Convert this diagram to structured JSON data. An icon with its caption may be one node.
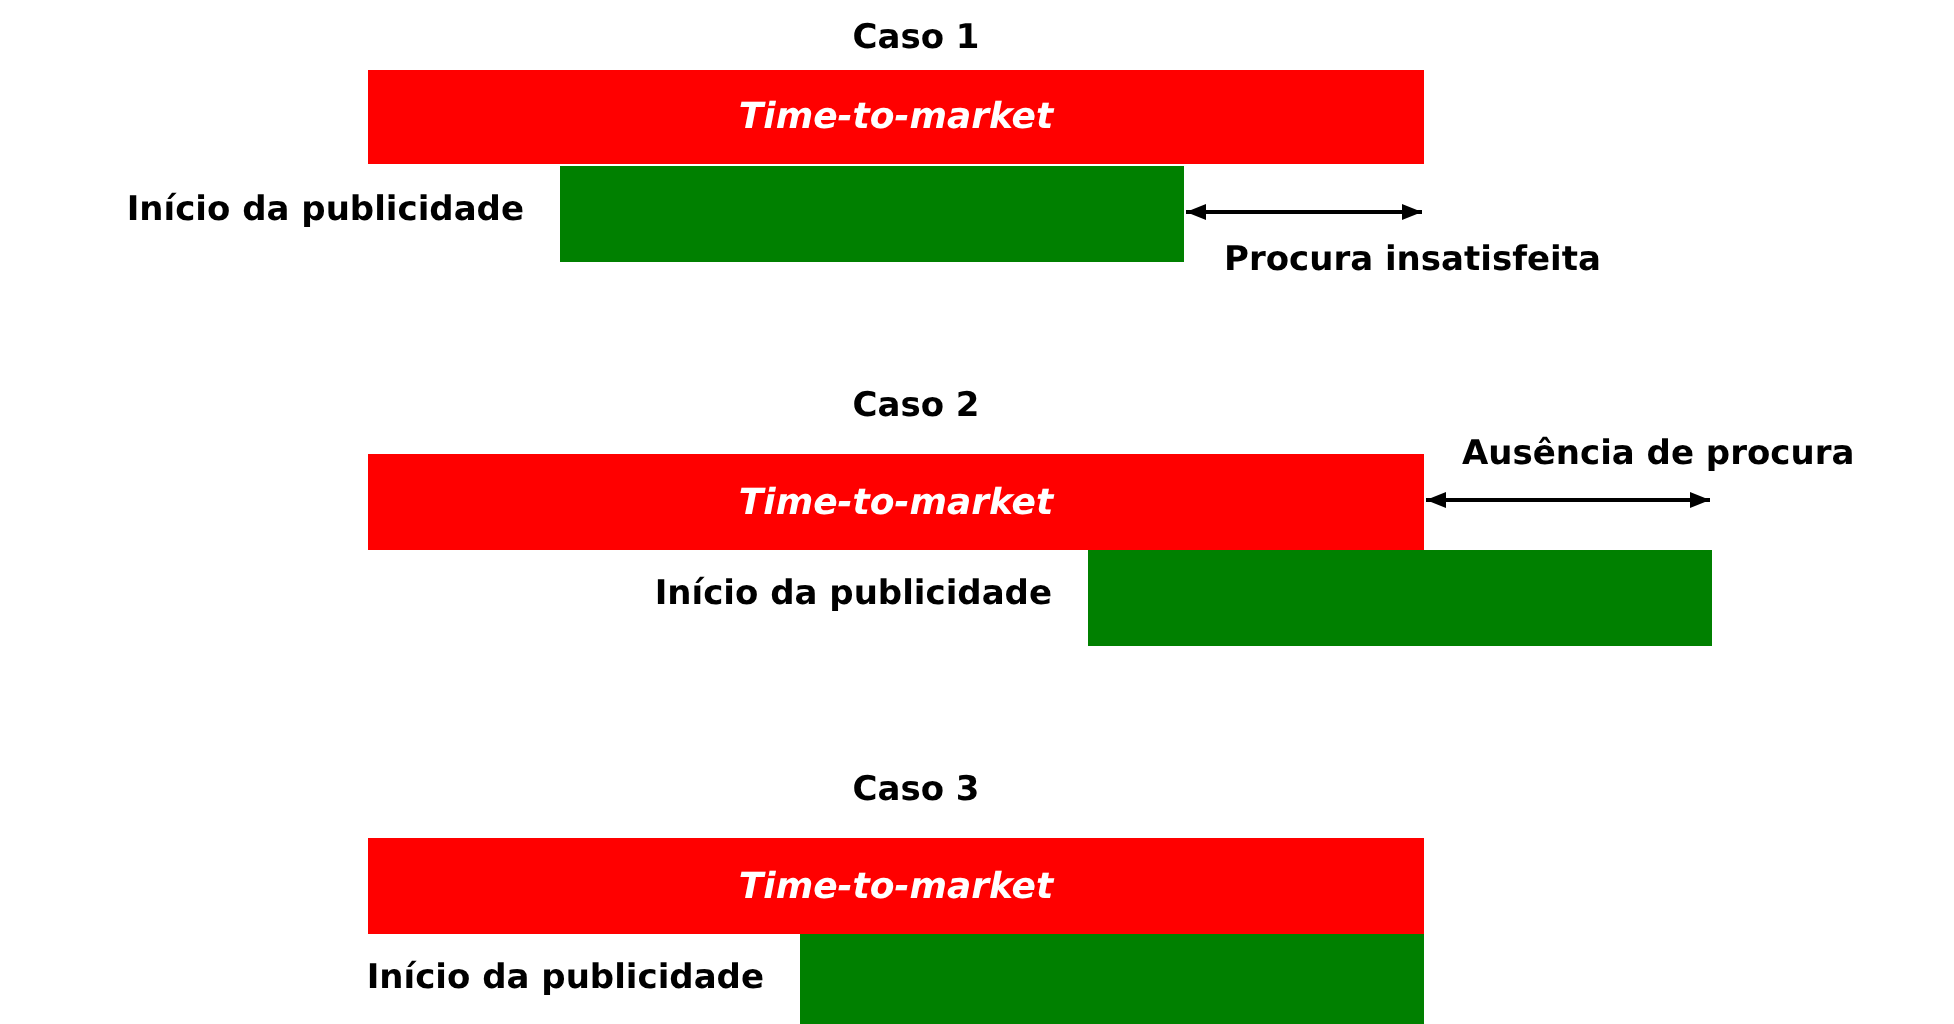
{
  "diagram": {
    "nodes": [
      {
        "text": [
          "Time-to-market"
        ]
      },
      {
        "text": [],
        "shape": "bar",
        "beside": [
          "Início da publicidade"
        ]
      },
      {
        "text": [
          "Time-to-market"
        ]
      },
      {
        "text": [],
        "shape": "bar",
        "beside": [
          "Início da publicidade"
        ]
      },
      {
        "text": [
          "Time-to-market"
        ]
      },
      {
        "text": [],
        "shape": "bar",
        "beside": [
          "Início da publicidade"
        ]
      }
    ],
    "labels": [
      "Caso 1",
      "Procura insatisfeita",
      "Caso 2",
      "Ausência de procura",
      "Caso 3"
    ]
  }
}
